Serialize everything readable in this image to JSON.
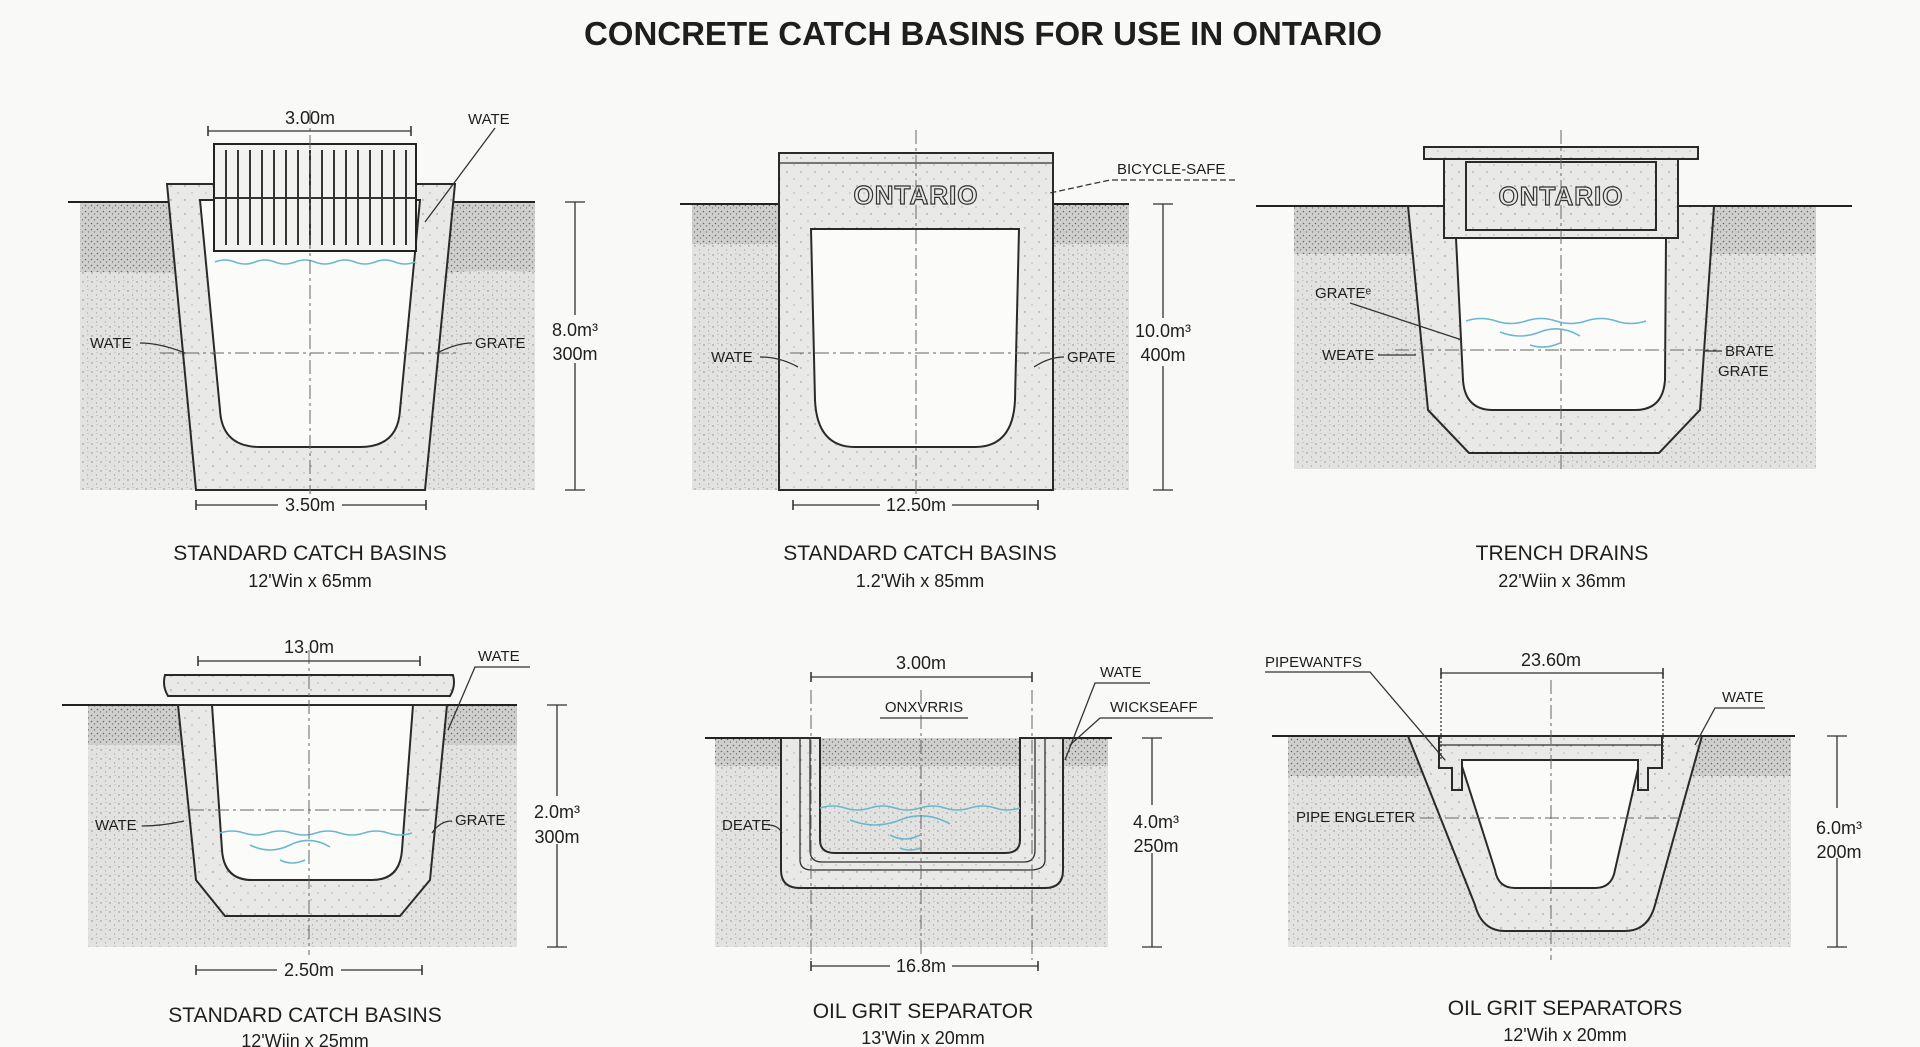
{
  "title": "CONCRETE CATCH BASINS FOR USE IN ONTARIO",
  "colors": {
    "water": "#6bb8cc",
    "line": "#2a2a2a",
    "soil": "#dcdcda",
    "background": "#f9f9f8"
  },
  "panels": [
    {
      "caption": "STANDARD CATCH BASINS",
      "subcaption": "12'Win x 65mm",
      "top_dim": "3.00m",
      "bottom_dim": "3.50m",
      "side_dim_1": "8.0m³",
      "side_dim_2": "300m",
      "callout_top": "WATE",
      "label_left": "WATE",
      "label_right": "GRATE"
    },
    {
      "caption": "STANDARD CATCH BASINS",
      "subcaption": "1.2'Wih x 85mm",
      "brand": "ONTARIO",
      "bottom_dim": "12.50m",
      "side_dim_1": "10.0m³",
      "side_dim_2": "400m",
      "callout_top": "BICYCLE-SAFE",
      "label_left": "WATE",
      "label_right": "GPATE"
    },
    {
      "caption": "TRENCH DRAINS",
      "subcaption": "22'Wiin x 36mm",
      "brand": "ONTARIO",
      "label_left_1": "GRATEᵉ",
      "label_left_2": "WEATE",
      "label_right_1": "BRATE",
      "label_right_2": "GRATE"
    },
    {
      "caption": "STANDARD CATCH BASINS",
      "subcaption": "12'Wiin x 25mm",
      "top_dim": "13.0m",
      "bottom_dim": "2.50m",
      "side_dim_1": "2.0m³",
      "side_dim_2": "300m",
      "callout_top": "WATE",
      "label_left": "WATE",
      "label_right": "GRATE"
    },
    {
      "caption": "OIL GRIT SEPARATOR",
      "subcaption": "13'Win x 20mm",
      "top_dim": "3.00m",
      "inner_label": "ONXVRRIS",
      "bottom_dim": "16.8m",
      "side_dim_1": "4.0m³",
      "side_dim_2": "250m",
      "callout_top_1": "WATE",
      "callout_top_2": "WICKSEAFF",
      "label_left": "DEATE"
    },
    {
      "caption": "OIL GRIT SEPARATORS",
      "subcaption": "12'Wih x 20mm",
      "top_dim": "23.60m",
      "side_dim_1": "6.0m³",
      "side_dim_2": "200m",
      "callout_top_left": "PIPEWANTFS",
      "callout_top_right": "WATE",
      "label_left": "PIPE ENGLETER"
    }
  ]
}
